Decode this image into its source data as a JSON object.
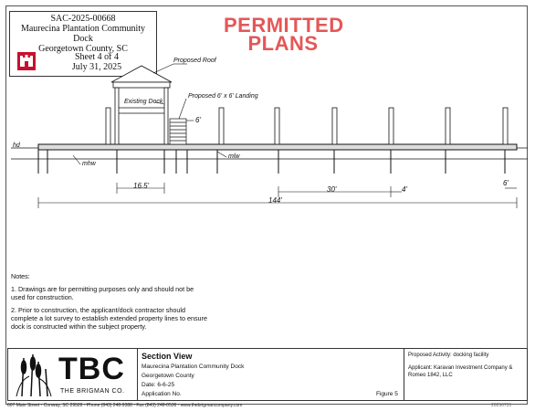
{
  "header": {
    "permit_id": "SAC-2025-00668",
    "project": "Maurecina Plantation Community Dock",
    "location": "Georgetown County, SC",
    "sheet": "Sheet 4 of 4",
    "date": "July 31, 2025"
  },
  "stamp": {
    "line1": "PERMITTED",
    "line2": "PLANS"
  },
  "drawing_labels": {
    "proposed_roof": "Proposed Roof",
    "existing_dock": "Existing Dock",
    "proposed_landing": "Proposed 6' x 6' Landing",
    "landing_dim": "6'",
    "hd": "hd",
    "mhw": "mhw",
    "mlw": "mlw",
    "dim_16_5": "16.5'",
    "dim_30": "30'",
    "dim_4": "4'",
    "dim_144": "144'",
    "dim_6": "6'"
  },
  "notes": {
    "heading": "Notes:",
    "note1": "1. Drawings are for permitting purposes only and should not be used for construction.",
    "note2": "2. Prior to construction, the applicant/dock contractor should complete a lot survey to establish extended property lines to ensure dock is constructed within the subject property."
  },
  "title_block": {
    "company_short": "TBC",
    "company_name": "THE BRIGMAN CO.",
    "view_title": "Section View",
    "project": "Maurecina Plantation Community Dock",
    "county": "Georgetown County",
    "date": "Date: 6-6-25",
    "application_no": "Application No.",
    "figure": "Figure 5",
    "proposed_activity": "Proposed Activity: docking facility",
    "applicant": "Applicant: Karavan Investment Company & Romeo 1842, LLC",
    "footer": "607 Main Street - Conway, SC 29526 - Phone (843) 248-9388 - Fax (843) 248-0536 - www.thebrigmancompany.com",
    "file_ref": "20250731"
  }
}
